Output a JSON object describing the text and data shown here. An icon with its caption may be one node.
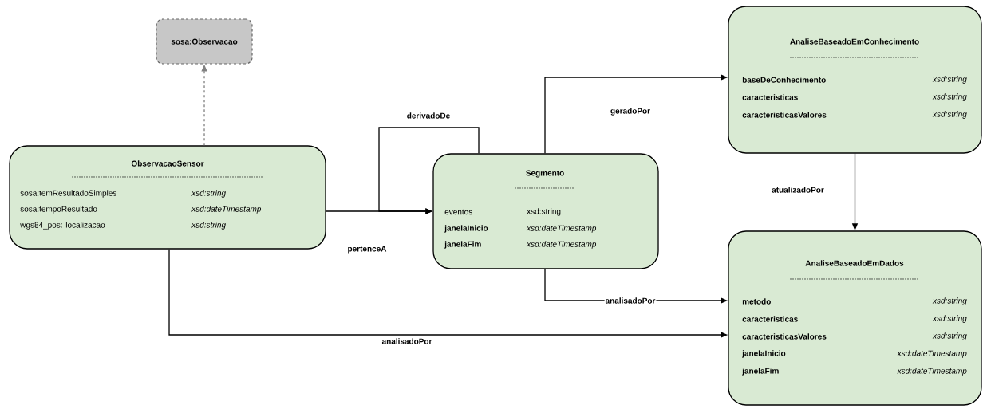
{
  "diagram": {
    "nodes": [
      {
        "text": [
          "sosa:Observacao"
        ]
      },
      {
        "text": [
          "ObservacaoSensor",
          "sosa:temResultadoSimples",
          "xsd:string",
          "sosa:tempoResultado",
          "xsd:dateTimestamp",
          "wgs84_pos: localizacao",
          "xsd:string"
        ]
      },
      {
        "text": [
          "Segmento",
          "eventos",
          "xsd:string",
          "janelaInicio",
          "xsd:dateTimestamp",
          "janelaFim",
          "xsd:dateTimestamp"
        ]
      },
      {
        "text": [
          "AnaliseBaseadoEmConhecimento",
          "baseDeConhecimento",
          "xsd:string",
          "caracteristicas",
          "xsd:string",
          "caracteristicasValores",
          "xsd:string"
        ]
      },
      {
        "text": [
          "AnaliseBaseadoEmDados",
          "metodo",
          "xsd:string",
          "caracteristicas",
          "xsd:string",
          "caracteristicasValores",
          "xsd:string",
          "janelaInicio",
          "xsd:dateTimestamp",
          "janelaFim",
          "xsd:dateTimestamp"
        ]
      }
    ],
    "edges": [
      {
        "from": 1,
        "to": 0,
        "arrow": "to",
        "style": "dashed",
        "color": "#808080"
      },
      {
        "from": 1,
        "to": 2,
        "arrow": "to",
        "label": "pertenceA"
      },
      {
        "from": 2,
        "to": 2,
        "arrow": "to",
        "label": "derivadoDe"
      },
      {
        "from": 2,
        "to": 3,
        "arrow": "to",
        "label": "geradoPor"
      },
      {
        "from": 3,
        "to": 4,
        "arrow": "to",
        "label": "atualizadoPor"
      },
      {
        "from": 2,
        "to": 4,
        "arrow": "to",
        "label": "analisadoPor"
      },
      {
        "from": 1,
        "to": 4,
        "arrow": "to",
        "label": "analisadoPor"
      }
    ]
  }
}
